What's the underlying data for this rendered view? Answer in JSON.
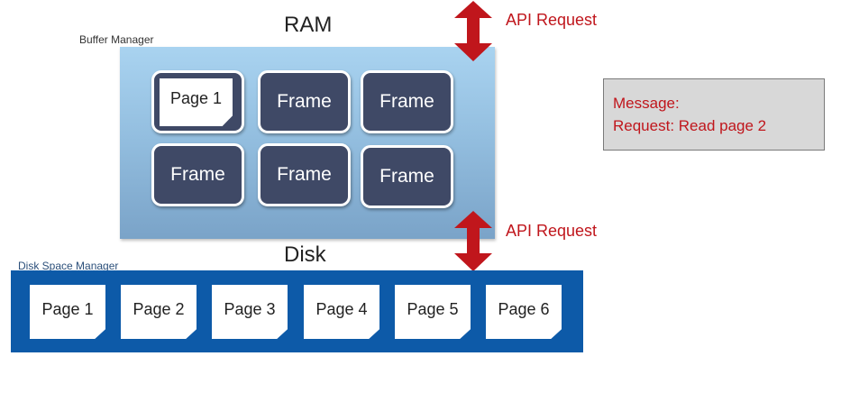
{
  "ram": {
    "title": "RAM",
    "manager_label": "Buffer Manager",
    "frames": [
      {
        "label": "Page 1",
        "loaded": true
      },
      {
        "label": "Frame",
        "loaded": false
      },
      {
        "label": "Frame",
        "loaded": false
      },
      {
        "label": "Frame",
        "loaded": false
      },
      {
        "label": "Frame",
        "loaded": false
      },
      {
        "label": "Frame",
        "loaded": false
      }
    ]
  },
  "disk": {
    "title": "Disk",
    "manager_label": "Disk Space Manager",
    "pages": [
      "Page 1",
      "Page 2",
      "Page 3",
      "Page 4",
      "Page 5",
      "Page 6"
    ]
  },
  "api": {
    "top_label": "API Request",
    "bottom_label": "API Request"
  },
  "message": {
    "line1": "Message:",
    "line2": "Request: Read page 2"
  },
  "colors": {
    "arrow": "#c0161c",
    "disk": "#0d5aa8",
    "frame": "#3f4966"
  }
}
